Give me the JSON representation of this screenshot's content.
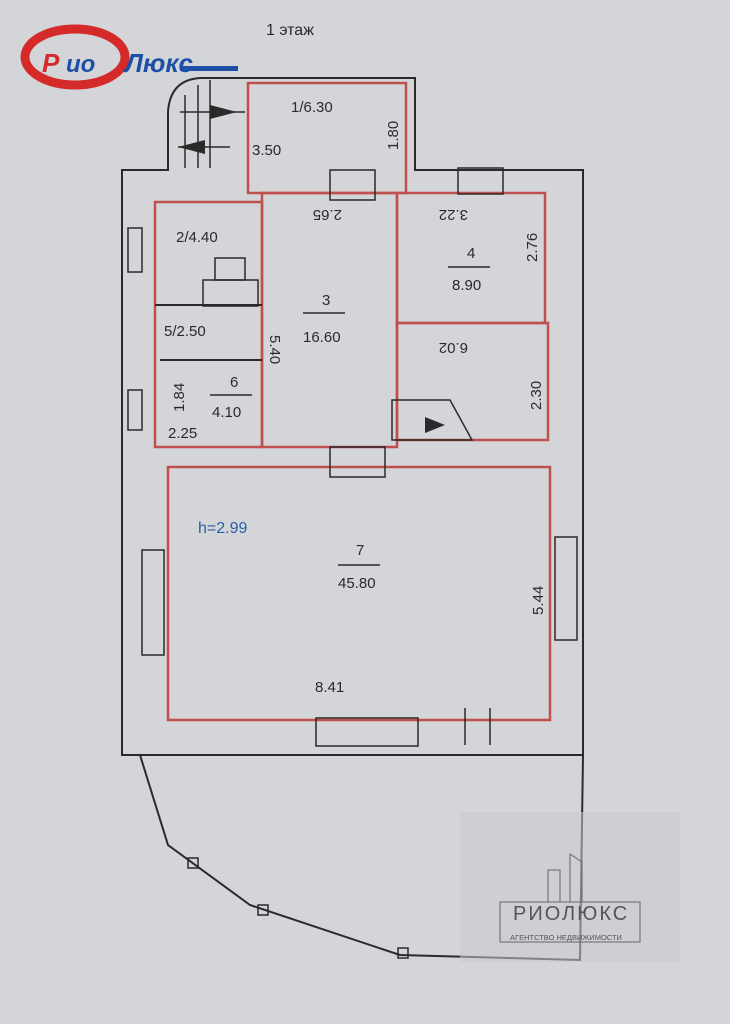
{
  "header": {
    "floor_title": "1 этаж"
  },
  "logo": {
    "text": "РиоЛюкс",
    "colors": {
      "red": "#d42a2a",
      "blue": "#1d4fa8"
    }
  },
  "rooms": [
    {
      "label": "1/6.30",
      "dims": [
        "3.50",
        "1.80"
      ]
    },
    {
      "label": "2/4.40"
    },
    {
      "number": "3",
      "area": "16.60",
      "dims": [
        "2.65",
        "5.40"
      ]
    },
    {
      "number": "4",
      "area": "8.90",
      "dims": [
        "3.22",
        "2.76"
      ]
    },
    {
      "label": "5/2.50"
    },
    {
      "number": "6",
      "area": "4.10",
      "dims": [
        "1.84",
        "2.25"
      ]
    },
    {
      "number": "7",
      "area": "45.80",
      "dims": [
        "8.41",
        "5.44"
      ]
    }
  ],
  "hall": {
    "dims": [
      "6.02",
      "2.30"
    ]
  },
  "ceiling_height": "h=2.99",
  "watermark": {
    "name": "РИОЛЮКС",
    "subtitle": "АГЕНТСТВО НЕДВИЖИМОСТИ"
  },
  "colors": {
    "background": "#d3d5d8",
    "wall_red": "#c0504d",
    "height_blue": "#2b5fa8"
  }
}
